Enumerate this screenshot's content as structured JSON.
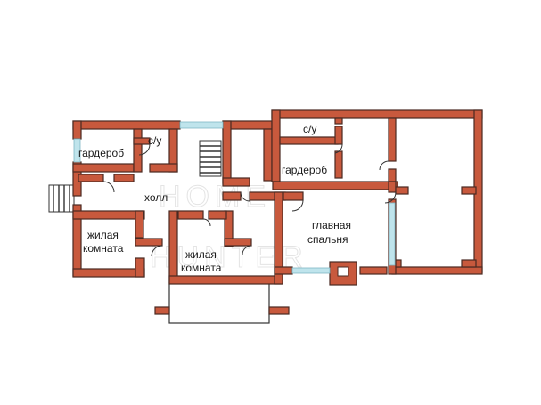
{
  "watermark": {
    "line1": "HOME",
    "line2": "HUNTER"
  },
  "rooms": {
    "wardrobe_left": "гардероб",
    "bath_left": "с/у",
    "hall": "холл",
    "living1_line1": "жилая",
    "living1_line2": "комната",
    "living2_line1": "жилая",
    "living2_line2": "комната",
    "bath_right": "с/у",
    "wardrobe_right": "гардероб",
    "master_line1": "главная",
    "master_line2": "спальня"
  },
  "colors": {
    "wall": "#c8593d",
    "window": "#bfe4ec"
  }
}
